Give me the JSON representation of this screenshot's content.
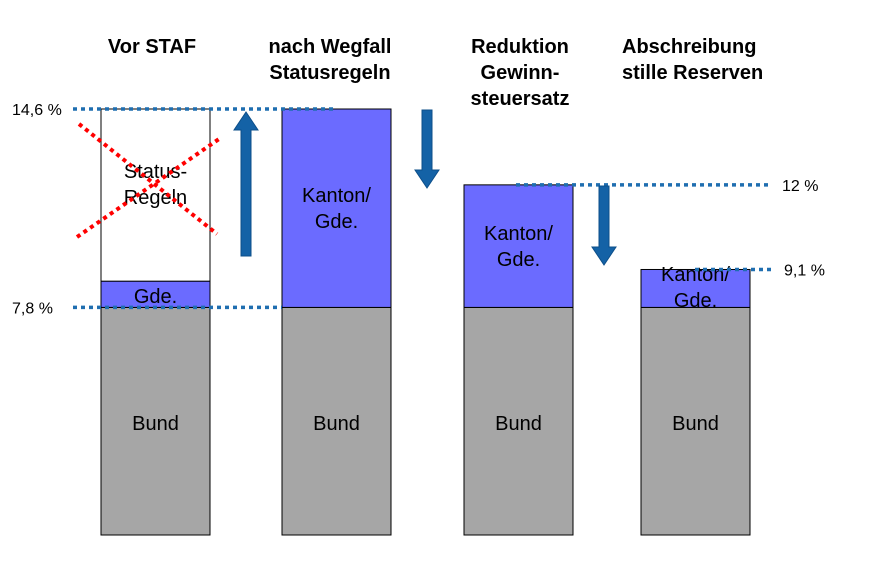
{
  "colors": {
    "bund": "#a6a6a6",
    "kanton": "#6b6bff",
    "status": "#ffffff",
    "bar_border": "#000000",
    "dotted": "#1f6eb0",
    "arrow": "#1462a6",
    "cross": "#ff0000"
  },
  "chart_data": {
    "type": "bar",
    "stacked": true,
    "title": "",
    "xlabel": "",
    "ylabel": "",
    "ylim": [
      0,
      14.6
    ],
    "categories": [
      [
        "Vor STAF"
      ],
      [
        "nach Wegfall",
        "Statusregeln"
      ],
      [
        "Reduktion",
        "Gewinn-",
        "steuersatz"
      ],
      [
        "Abschreibung",
        "stille Reserven"
      ]
    ],
    "series": [
      {
        "name": "Bund",
        "label": [
          "Bund"
        ],
        "values": [
          7.8,
          7.8,
          7.8,
          7.8
        ]
      },
      {
        "name": "Kanton/Gde.",
        "label": [
          "Kanton/",
          "Gde."
        ],
        "values": [
          0.9,
          6.8,
          4.2,
          1.3
        ]
      },
      {
        "name": "Status-Regeln",
        "label": [
          "Status-",
          "Regeln"
        ],
        "values": [
          5.9,
          0,
          0,
          0
        ],
        "crossed_out": true
      }
    ],
    "reference_levels": [
      {
        "label": "14,6 %",
        "value": 14.6
      },
      {
        "label": "7,8 %",
        "value": 7.8
      },
      {
        "label": "12 %",
        "value": 12
      },
      {
        "label": "9,1 %",
        "value": 9.1
      }
    ],
    "arrows": [
      {
        "direction": "up",
        "between": [
          0,
          1
        ]
      },
      {
        "direction": "down",
        "between": [
          1,
          2
        ]
      },
      {
        "direction": "down",
        "between": [
          2,
          3
        ]
      }
    ]
  }
}
